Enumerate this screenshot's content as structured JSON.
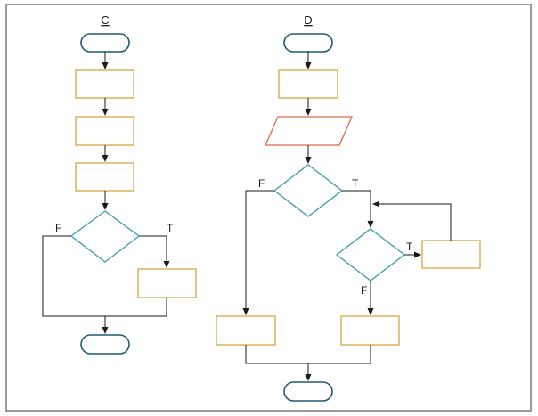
{
  "diagram_c": {
    "title": "C",
    "false_label": "F",
    "true_label": "T"
  },
  "diagram_d": {
    "title": "D",
    "outer_false_label": "F",
    "outer_true_label": "T",
    "inner_true_label": "T",
    "inner_false_label": "F"
  },
  "colors": {
    "terminal": "#1f5a73",
    "process": "#d9a441",
    "decision": "#3a9ea5",
    "io": "#e0674a",
    "connector": "#1a1a1a",
    "frame": "#9a9a9a"
  }
}
